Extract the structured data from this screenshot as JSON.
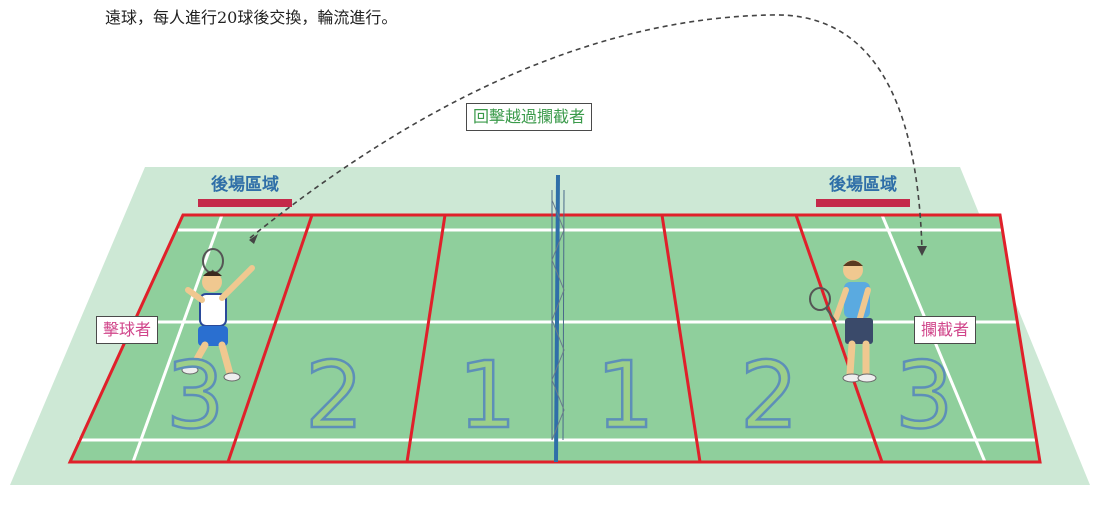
{
  "caption": "遠球，每人進行20球後交換，輪流進行。",
  "labels": {
    "return_over": "回擊越過攔截者",
    "hitter": "擊球者",
    "interceptor": "攔截者",
    "back_zone_left": "後場區域",
    "back_zone_right": "後場區域"
  },
  "zone_numbers": [
    "3",
    "2",
    "1",
    "1",
    "2",
    "3"
  ],
  "colors": {
    "court": "#8fcf9c",
    "surround": "#cde8d5",
    "lines": "#ffffff",
    "zone_border": "#e0202a",
    "zone_bar": "#c42a4a",
    "zone_title": "#2f6fa8",
    "number_fill": "#9ccf89",
    "number_stroke": "#5d8fb8"
  }
}
